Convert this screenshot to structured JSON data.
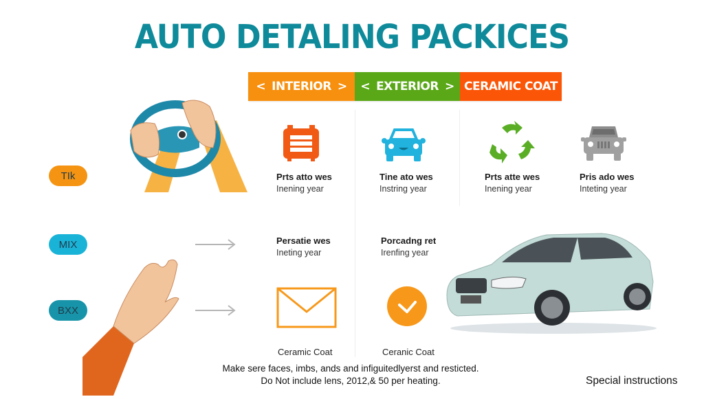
{
  "header": {
    "title": "AUTO DETALING PACKICES",
    "title_color": "#0e8a9a"
  },
  "tabs": [
    {
      "label": "INTERIOR",
      "prefix": "<",
      "suffix": ">",
      "color": "#f7900f"
    },
    {
      "label": "EXTERIOR",
      "prefix": "<",
      "suffix": ">",
      "color": "#5aa818"
    },
    {
      "label": "CERAMIC COAT",
      "prefix": "",
      "suffix": "",
      "color": "#fb5607"
    }
  ],
  "side_pills": [
    {
      "label": "TIk",
      "color": "#f59412"
    },
    {
      "label": "MIX",
      "color": "#1ab3d8"
    },
    {
      "label": "BXX",
      "color": "#1794a9"
    }
  ],
  "row1": [
    {
      "icon": "toolbox-icon",
      "color": "#f05a14",
      "title": "Prts atto wes",
      "subtitle": "Inening year"
    },
    {
      "icon": "car-front-icon",
      "color": "#21b2dd",
      "title": "Tine ato wes",
      "subtitle": "Instring year"
    },
    {
      "icon": "recycle-icon",
      "color": "#5aae25",
      "title": "Prts atte wes",
      "subtitle": "Inening year"
    },
    {
      "icon": "suv-front-icon",
      "color": "#9a9a9a",
      "title": "Pris ado wes",
      "subtitle": "Inteting year"
    }
  ],
  "row2": [
    {
      "title": "Persatie wes",
      "subtitle": "Ineting year"
    },
    {
      "title": "Porcadng ret",
      "subtitle": "Irenfing year"
    }
  ],
  "row3": [
    {
      "icon": "envelope-icon",
      "color": "#f7981a",
      "caption": "Ceramic Coat"
    },
    {
      "icon": "check-circle-icon",
      "color": "#f7981a",
      "caption": "Ceranic Coat"
    }
  ],
  "footer": {
    "note_line1": "Make sere faces, imbs, ands and infiguitedlyerst and resticted.",
    "note_line2": "Do Not include lens, 2012,& 50 per heating.",
    "special_instructions": "Special instructions"
  }
}
